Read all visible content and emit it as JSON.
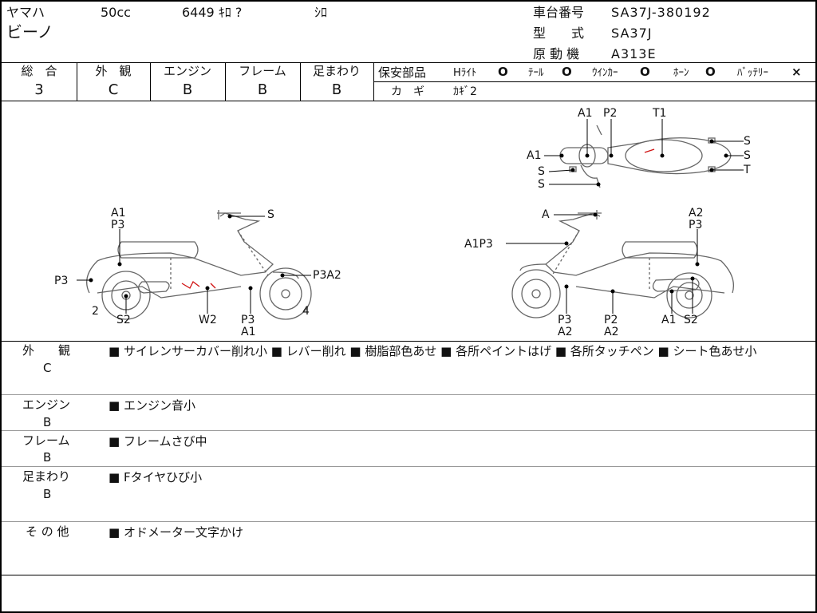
{
  "header": {
    "maker": "ヤマハ",
    "displacement": "50cc",
    "mileage": "6449 ｷﾛ ?",
    "color": "ｼﾛ",
    "model_name": "ビーノ",
    "frame_no_label": "車台番号",
    "frame_no": "SA37J-380192",
    "type_label": "型　　式",
    "type": "SA37J",
    "engine_label": "原 動 機",
    "engine": "A313E"
  },
  "grades": {
    "overall_label": "総　合",
    "overall": "3",
    "exterior_label": "外　観",
    "exterior": "C",
    "engine_label": "エンジン",
    "engine": "B",
    "frame_label": "フレーム",
    "frame": "B",
    "suspension_label": "足まわり",
    "suspension": "B"
  },
  "safety": {
    "label": "保安部品",
    "items": [
      {
        "label": "Hﾗｲﾄ",
        "mark": "O"
      },
      {
        "label": "ﾃｰﾙ",
        "mark": "O"
      },
      {
        "label": "ｳｲﾝｶｰ",
        "mark": "O"
      },
      {
        "label": "ﾎｰﾝ",
        "mark": "O"
      },
      {
        "label": "ﾊﾞｯﾃﾘｰ",
        "mark": "×"
      }
    ],
    "key_label": "カ　ギ",
    "key_value": "ｶｷﾞ2"
  },
  "diagram": {
    "top": [
      "A1",
      "P2",
      "T1",
      "A1",
      "S",
      "S",
      "S",
      "S",
      "T"
    ],
    "left": [
      "A1",
      "P3",
      "S",
      "P3",
      "P3A2",
      "2",
      "S2",
      "W2",
      "P3",
      "A1",
      "4"
    ],
    "right": [
      "A",
      "A2",
      "P3",
      "A1P3",
      "P3",
      "A2",
      "P2",
      "A2",
      "A1",
      "S2"
    ]
  },
  "notes": [
    {
      "label": "外　　観",
      "grade": "C",
      "text": "■ サイレンサーカバー削れ小 ■ レバー削れ ■ 樹脂部色あせ ■ 各所ペイントはげ ■ 各所タッチペン ■ シート色あせ小"
    },
    {
      "label": "エンジン",
      "grade": "B",
      "text": "■ エンジン音小"
    },
    {
      "label": "フレーム",
      "grade": "B",
      "text": "■ フレームさび中"
    },
    {
      "label": "足まわり",
      "grade": "B",
      "text": "■ Fタイヤひび小"
    },
    {
      "label": "そ の 他",
      "grade": "",
      "text": "■ オドメーター文字かけ"
    }
  ],
  "colors": {
    "line": "#000000",
    "damage": "#d01010",
    "body_stroke": "#555555"
  }
}
